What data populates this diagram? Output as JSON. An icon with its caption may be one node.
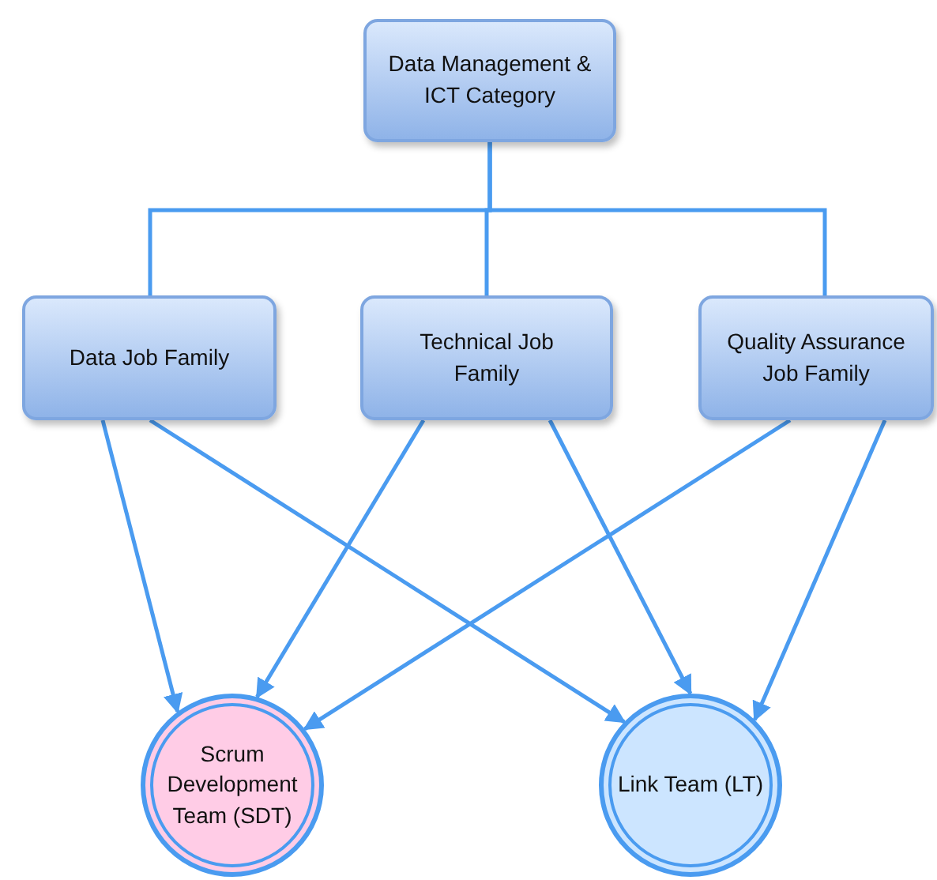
{
  "diagram": {
    "nodes": [
      {
        "text": [
          "Data Management & ICT Category"
        ]
      },
      {
        "text": [
          "Data Job Family"
        ]
      },
      {
        "text": [
          "Technical Job Family"
        ]
      },
      {
        "text": [
          "Quality Assurance Job Family"
        ]
      },
      {
        "text": [
          "Scrum Development Team (SDT)"
        ]
      },
      {
        "text": [
          "Link Team (LT)"
        ]
      }
    ],
    "edges": [
      {
        "from": 0,
        "to": 1,
        "arrow": "none"
      },
      {
        "from": 0,
        "to": 2,
        "arrow": "none"
      },
      {
        "from": 0,
        "to": 3,
        "arrow": "none"
      },
      {
        "from": 1,
        "to": 4,
        "arrow": "to"
      },
      {
        "from": 1,
        "to": 5,
        "arrow": "to"
      },
      {
        "from": 2,
        "to": 4,
        "arrow": "to"
      },
      {
        "from": 2,
        "to": 5,
        "arrow": "to"
      },
      {
        "from": 3,
        "to": 4,
        "arrow": "to"
      },
      {
        "from": 3,
        "to": 5,
        "arrow": "to"
      }
    ]
  }
}
